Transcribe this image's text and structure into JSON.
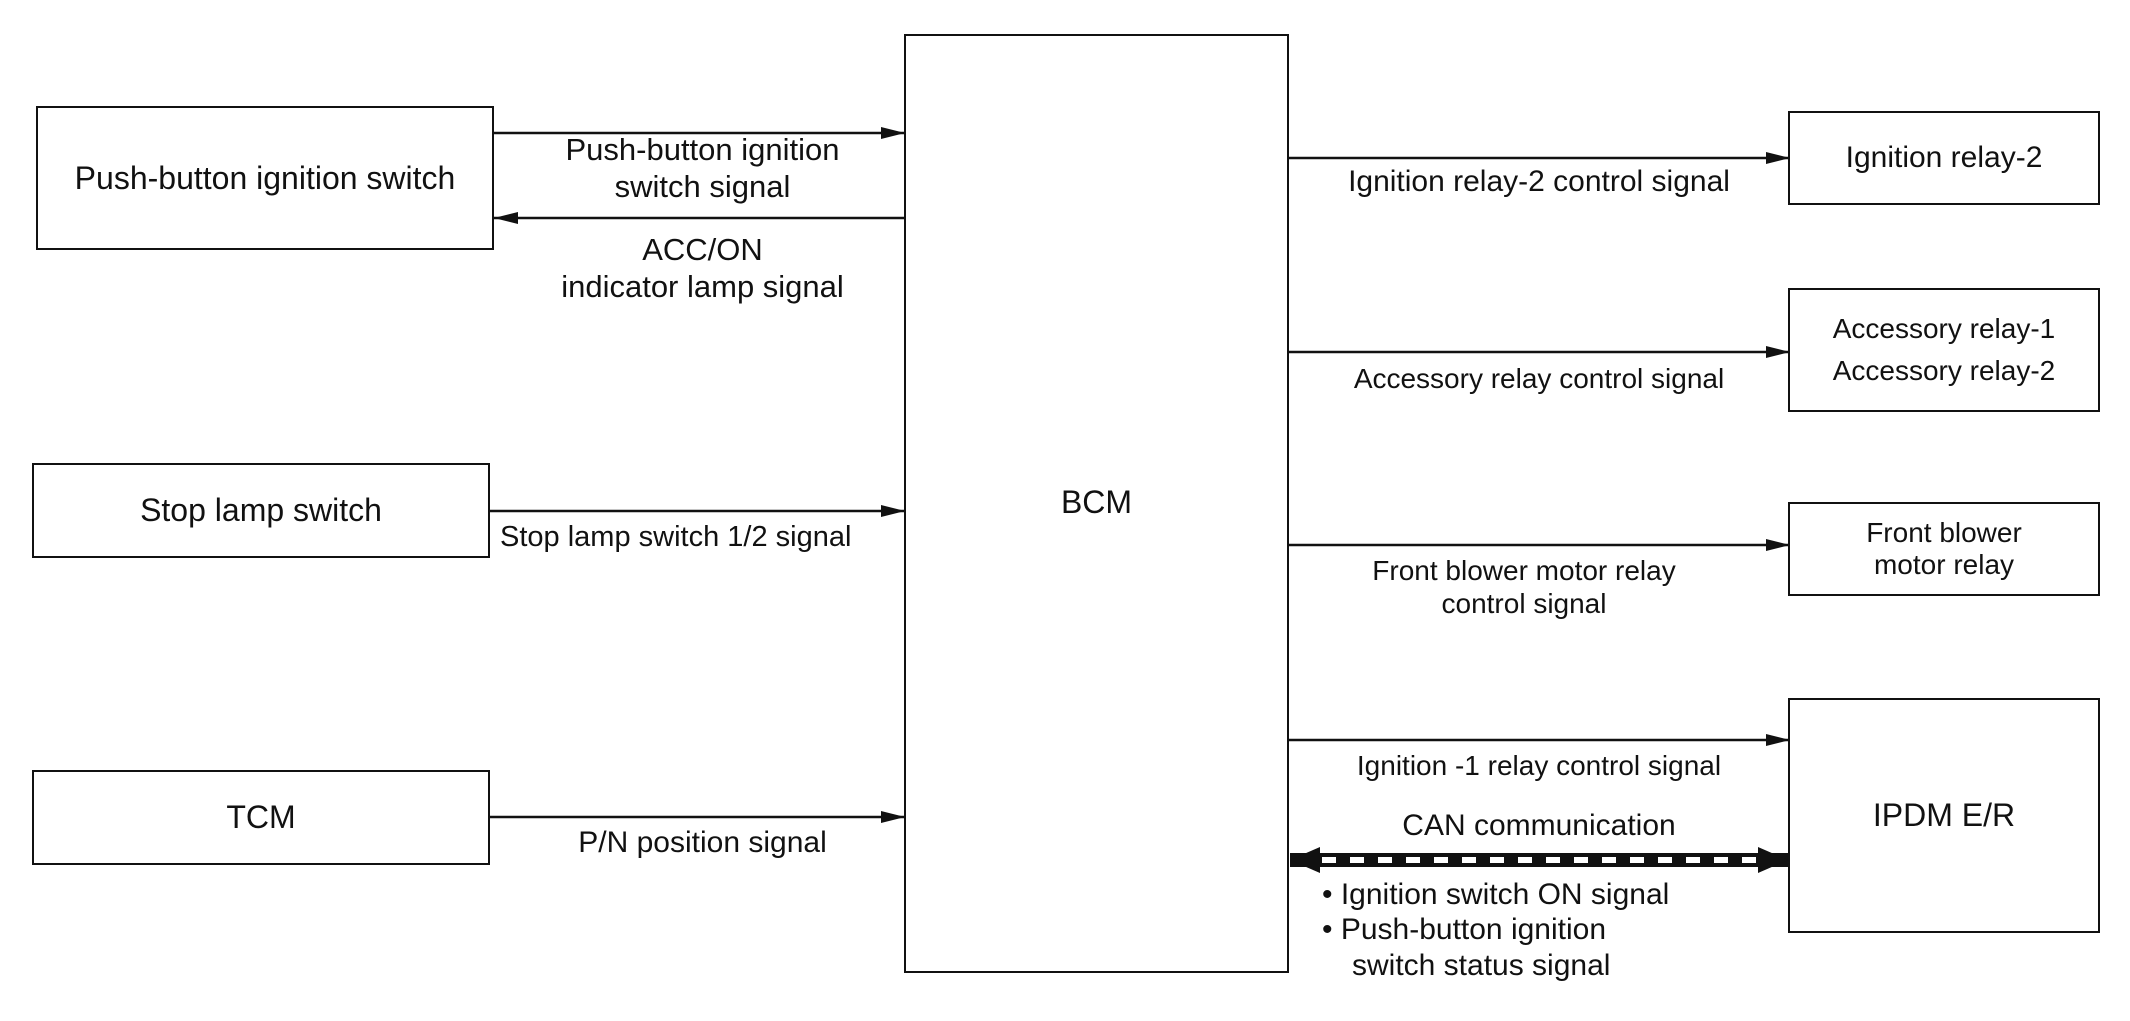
{
  "blocks": {
    "push_button_switch": "Push-button ignition switch",
    "stop_lamp_switch": "Stop lamp switch",
    "tcm": "TCM",
    "bcm": "BCM",
    "ignition_relay_2": "Ignition relay-2",
    "accessory_relay_1": "Accessory relay-1",
    "accessory_relay_2": "Accessory relay-2",
    "front_blower_line1": "Front blower",
    "front_blower_line2": "motor relay",
    "ipdm": "IPDM E/R"
  },
  "signals": {
    "push_button_signal_line1": "Push-button ignition",
    "push_button_signal_line2": "switch signal",
    "acc_on_line1": "ACC/ON",
    "acc_on_line2": "indicator lamp signal",
    "stop_lamp_signal": "Stop lamp switch 1/2 signal",
    "pn_position_signal": "P/N position signal",
    "ignition_relay_2_control": "Ignition relay-2 control signal",
    "accessory_relay_control": "Accessory relay control signal",
    "front_blower_control_line1": "Front blower motor relay",
    "front_blower_control_line2": "control signal",
    "ignition_1_relay_control": "Ignition -1 relay control signal",
    "can_communication": "CAN communication",
    "can_item_1": "• Ignition switch ON signal",
    "can_item_2_line1": "• Push-button ignition",
    "can_item_2_line2": "switch status signal"
  }
}
